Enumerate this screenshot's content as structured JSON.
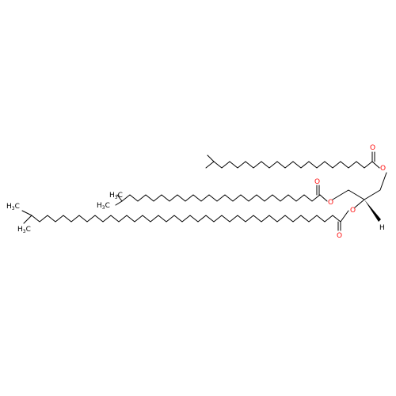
{
  "labels": {
    "oxygen": "O",
    "hydrogen": "H",
    "methyl_h": "H",
    "methyl_sub": "3",
    "methyl_c": "C"
  },
  "colors": {
    "bond": "#000000",
    "oxygen": "#ff0d0d",
    "background": "#ffffff"
  }
}
